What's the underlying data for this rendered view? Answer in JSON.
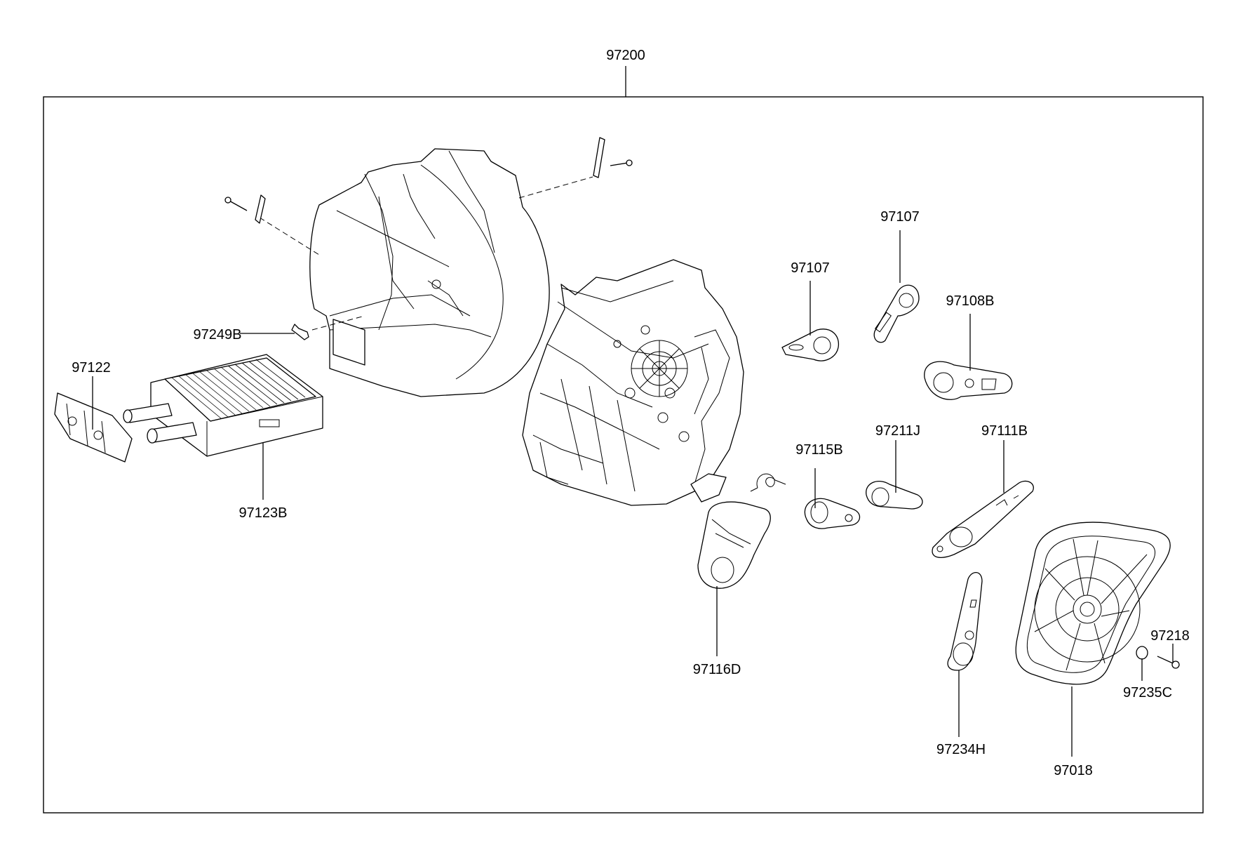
{
  "diagram": {
    "assembly_label": "97200",
    "callouts": [
      "97200",
      "97107",
      "97107",
      "97108B",
      "97249B",
      "97122",
      "97123B",
      "97115B",
      "97211J",
      "97111B",
      "97116D",
      "97218",
      "97235C",
      "97234H",
      "97018"
    ]
  }
}
